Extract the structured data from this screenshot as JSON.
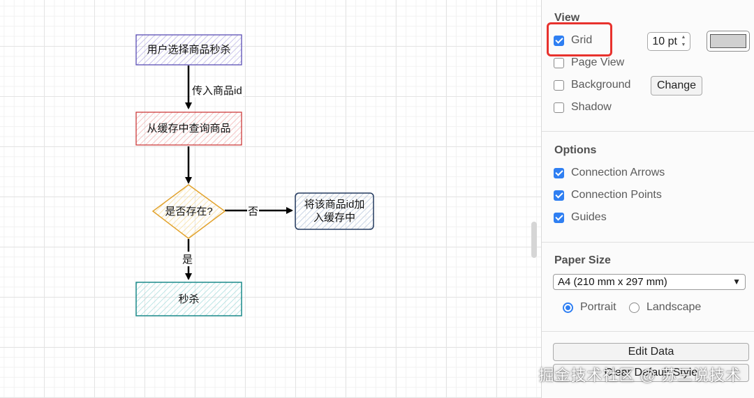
{
  "diagram": {
    "nodes": {
      "start": "用户选择商品秒杀",
      "query": "从缓存中查询商品",
      "decision": "是否存在?",
      "add": "将该商品id加入缓存中",
      "seckill": "秒杀"
    },
    "edges": {
      "pass_id": "传入商品id",
      "no": "否",
      "yes": "是"
    }
  },
  "panel": {
    "view": {
      "title": "View",
      "grid_label": "Grid",
      "grid_checked": true,
      "grid_size": "10 pt",
      "grid_color": "#d0d0d0",
      "page_view_label": "Page View",
      "background_label": "Background",
      "change_label": "Change",
      "shadow_label": "Shadow"
    },
    "options": {
      "title": "Options",
      "connection_arrows": "Connection Arrows",
      "connection_points": "Connection Points",
      "guides": "Guides"
    },
    "paper": {
      "title": "Paper Size",
      "size": "A4 (210 mm x 297 mm)",
      "portrait": "Portrait",
      "landscape": "Landscape"
    },
    "actions": {
      "edit_data": "Edit Data",
      "clear_default_style": "Clear Default Style"
    }
  },
  "watermark": "掘金技术社区 @ 苏三说技术",
  "colors": {
    "accent": "#2f7ff2",
    "highlight": "#e8322d"
  }
}
